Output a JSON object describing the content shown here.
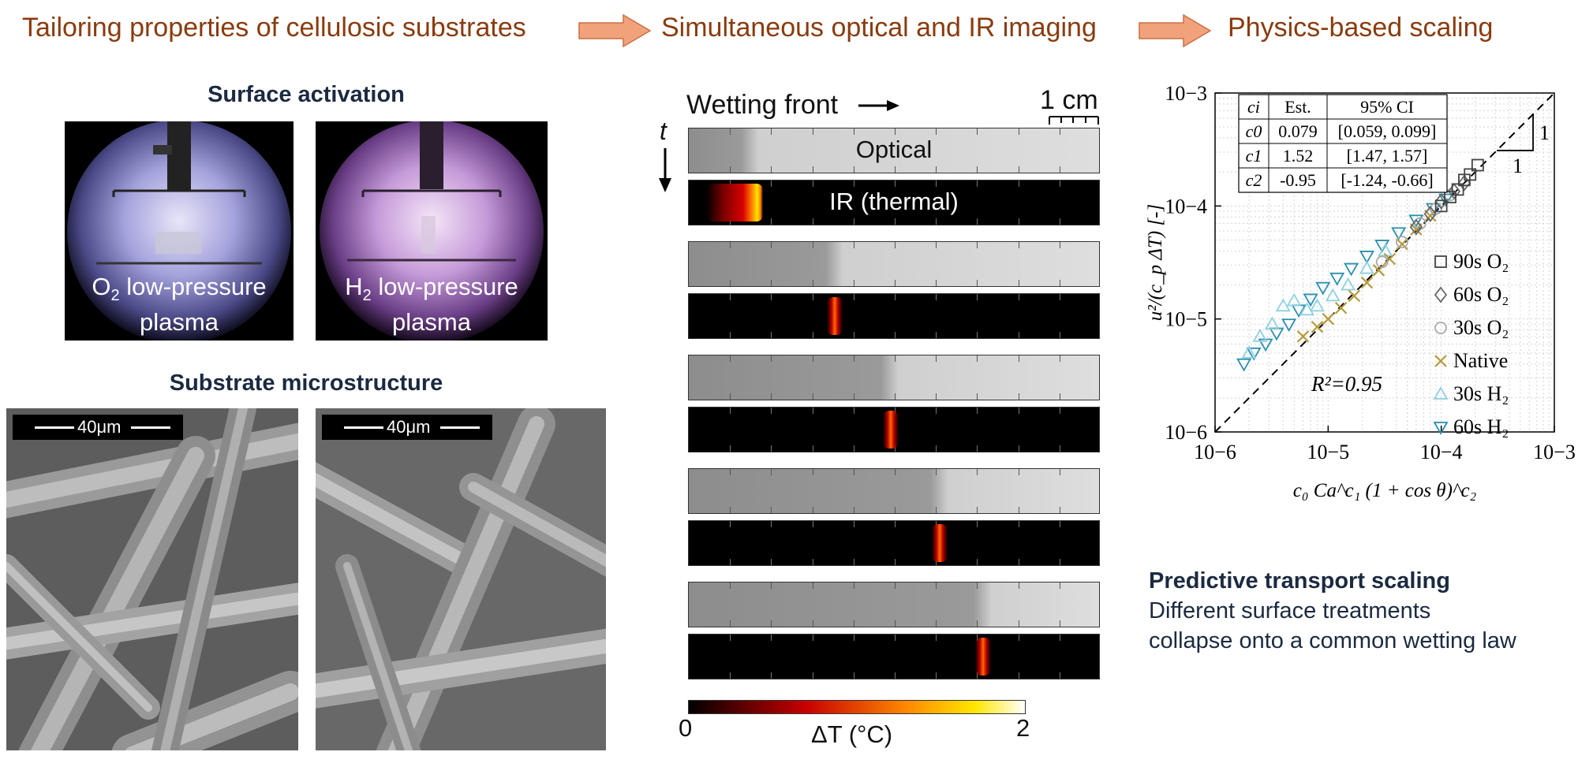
{
  "headers": {
    "step1": "Tailoring properties of cellulosic substrates",
    "step2": "Simultaneous optical and IR imaging",
    "step3": "Physics-based scaling"
  },
  "panel1": {
    "surface_title": "Surface activation",
    "photo_o2_line1_pre": "O",
    "photo_o2_sub": "2",
    "photo_o2_line1_post": " low-pressure",
    "photo_o2_line2": "plasma",
    "photo_h2_line1_pre": "H",
    "photo_h2_sub": "2",
    "photo_h2_line1_post": " low-pressure",
    "photo_h2_line2": "plasma",
    "micro_title": "Substrate microstructure",
    "scalebar_left": "40μm",
    "scalebar_right": "40μm"
  },
  "panel2": {
    "wetting_front": "Wetting front",
    "time_label": "t",
    "scale": "1 cm",
    "optical_label": "Optical",
    "ir_label": "IR (thermal)",
    "front_fractions": [
      0.15,
      0.355,
      0.49,
      0.61,
      0.715
    ],
    "colorbar_min": "0",
    "colorbar_max": "2",
    "colorbar_label": "ΔT (°C)"
  },
  "panel3": {
    "caption_title": "Predictive transport scaling",
    "caption_line1": "Different surface treatments",
    "caption_line2": "collapse onto a common wetting law"
  },
  "chart_data": {
    "type": "scatter",
    "xscale": "log",
    "yscale": "log",
    "xlim": [
      1e-06,
      0.001
    ],
    "ylim": [
      1e-06,
      0.001
    ],
    "xticks": [
      "10−6",
      "10−5",
      "10−4",
      "10−3"
    ],
    "yticks": [
      "10−6",
      "10−5",
      "10−4",
      "10−3"
    ],
    "xlabel": "c₀ Ca^c₁ (1 + cos θ)^c₂",
    "ylabel": "u²/(c_p ΔT) [-]",
    "grid": true,
    "annotation": "R²=0.95",
    "slope_labels": [
      "1",
      "1"
    ],
    "fit_line": {
      "x": [
        1e-06,
        0.001
      ],
      "y": [
        1e-06,
        0.001
      ],
      "style": "dashed"
    },
    "table": {
      "headers": [
        "ci",
        "Est.",
        "95% CI"
      ],
      "rows": [
        [
          "c0",
          "0.079",
          "[0.059, 0.099]"
        ],
        [
          "c1",
          "1.52",
          "[1.47, 1.57]"
        ],
        [
          "c2",
          "-0.95",
          "[-1.24, -0.66]"
        ]
      ]
    },
    "legend_position": "right",
    "series": [
      {
        "name": "90s O₂",
        "marker": "square",
        "color": "#444444",
        "x": [
          0.0001,
          0.00012,
          0.00014,
          0.00016,
          0.00018,
          0.00021
        ],
        "y": [
          0.0001,
          0.00012,
          0.00014,
          0.00017,
          0.00019,
          0.00023
        ]
      },
      {
        "name": "60s O₂",
        "marker": "diamond",
        "color": "#666666",
        "x": [
          6e-05,
          8e-05,
          0.0001,
          0.00013,
          0.00016
        ],
        "y": [
          6.5e-05,
          8.5e-05,
          0.00011,
          0.000135,
          0.00016
        ]
      },
      {
        "name": "30s O₂",
        "marker": "circle",
        "color": "#aaaaaa",
        "x": [
          3e-05,
          4.5e-05,
          6.5e-05,
          9e-05,
          0.00012
        ],
        "y": [
          3.2e-05,
          4.8e-05,
          7e-05,
          9.5e-05,
          0.000125
        ]
      },
      {
        "name": "Native",
        "marker": "x",
        "color": "#b59a3a",
        "x": [
          6e-06,
          8e-06,
          1e-05,
          1.3e-05,
          1.7e-05,
          2.2e-05,
          2.8e-05,
          3.5e-05,
          4.5e-05,
          6e-05,
          8e-05
        ],
        "y": [
          7e-06,
          8.5e-06,
          1e-05,
          1.25e-05,
          1.6e-05,
          2.1e-05,
          2.7e-05,
          3.4e-05,
          4.6e-05,
          6.2e-05,
          8.2e-05
        ]
      },
      {
        "name": "30s H₂",
        "marker": "triangle-up",
        "color": "#8fd0e2",
        "x": [
          2e-06,
          2.5e-06,
          3.2e-06,
          4e-06,
          5e-06,
          6.5e-06,
          8e-06,
          1.1e-05,
          1.5e-05,
          2.2e-05,
          3.2e-05
        ],
        "y": [
          5e-06,
          7e-06,
          9e-06,
          1.3e-05,
          1.45e-05,
          1.2e-05,
          1.3e-05,
          1.6e-05,
          2e-05,
          2.8e-05,
          4e-05
        ]
      },
      {
        "name": "60s H₂",
        "marker": "triangle-down",
        "color": "#2a8fae",
        "x": [
          1.8e-06,
          2.2e-06,
          2.8e-06,
          3.5e-06,
          4.5e-06,
          5.5e-06,
          7e-06,
          9e-06,
          1.2e-05,
          1.6e-05,
          2.2e-05,
          3e-05,
          4.2e-05,
          6e-05,
          8.5e-05,
          0.00011
        ],
        "y": [
          4e-06,
          5e-06,
          6e-06,
          7.5e-06,
          9e-06,
          1.2e-05,
          1.5e-05,
          1.9e-05,
          2.3e-05,
          2.8e-05,
          3.6e-05,
          4.5e-05,
          5.8e-05,
          7.5e-05,
          9.5e-05,
          0.000115
        ]
      }
    ]
  }
}
